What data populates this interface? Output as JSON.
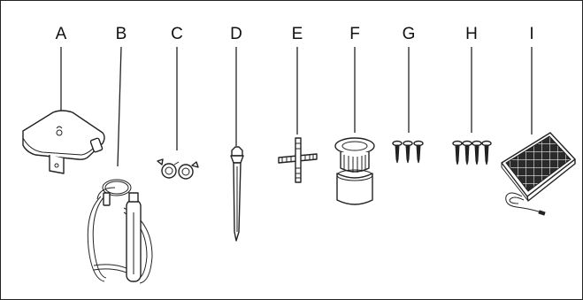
{
  "parts": [
    {
      "id": "A",
      "label": "A",
      "icon": "pump-box-icon"
    },
    {
      "id": "B",
      "label": "B",
      "icon": "pump-hose-coil-icon"
    },
    {
      "id": "C",
      "label": "C",
      "icon": "hose-clamps-icon"
    },
    {
      "id": "D",
      "label": "D",
      "icon": "ground-stake-icon"
    },
    {
      "id": "E",
      "label": "E",
      "icon": "cross-bracket-icon"
    },
    {
      "id": "F",
      "label": "F",
      "icon": "nozzle-filter-icon"
    },
    {
      "id": "G",
      "label": "G",
      "icon": "screws-3-icon"
    },
    {
      "id": "H",
      "label": "H",
      "icon": "screws-4-icon"
    },
    {
      "id": "I",
      "label": "I",
      "icon": "solar-panel-icon"
    }
  ]
}
